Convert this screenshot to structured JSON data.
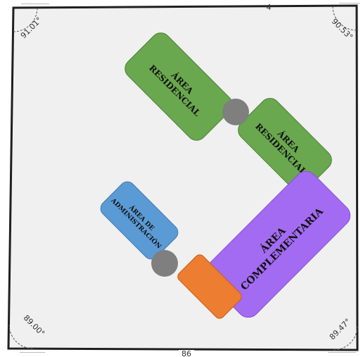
{
  "colors": {
    "plot_fill": "#f0f0f0",
    "boundary": "#1f1f1f",
    "residential": "#6aa84f",
    "administration": "#5b9bd5",
    "complementary": "#a36bf2",
    "service": "#ed7d31",
    "connector": "#7f7f7f"
  },
  "angles": {
    "top_left": "91.01°",
    "top_right": "90.53°",
    "bottom_left": "89.00°",
    "bottom_right": "89.47°"
  },
  "edges": {
    "bottom": "86",
    "top": "4"
  },
  "zones": {
    "residential_1": [
      "ÁREA",
      "RESIDENCIAL"
    ],
    "residential_2": [
      "ÁREA",
      "RESIDENCIAL"
    ],
    "administration": [
      "ÁREA DE",
      "ADMINISTRACIÓN"
    ],
    "complementary": [
      "ÁREA",
      "COMPLEMENTARIA"
    ]
  }
}
